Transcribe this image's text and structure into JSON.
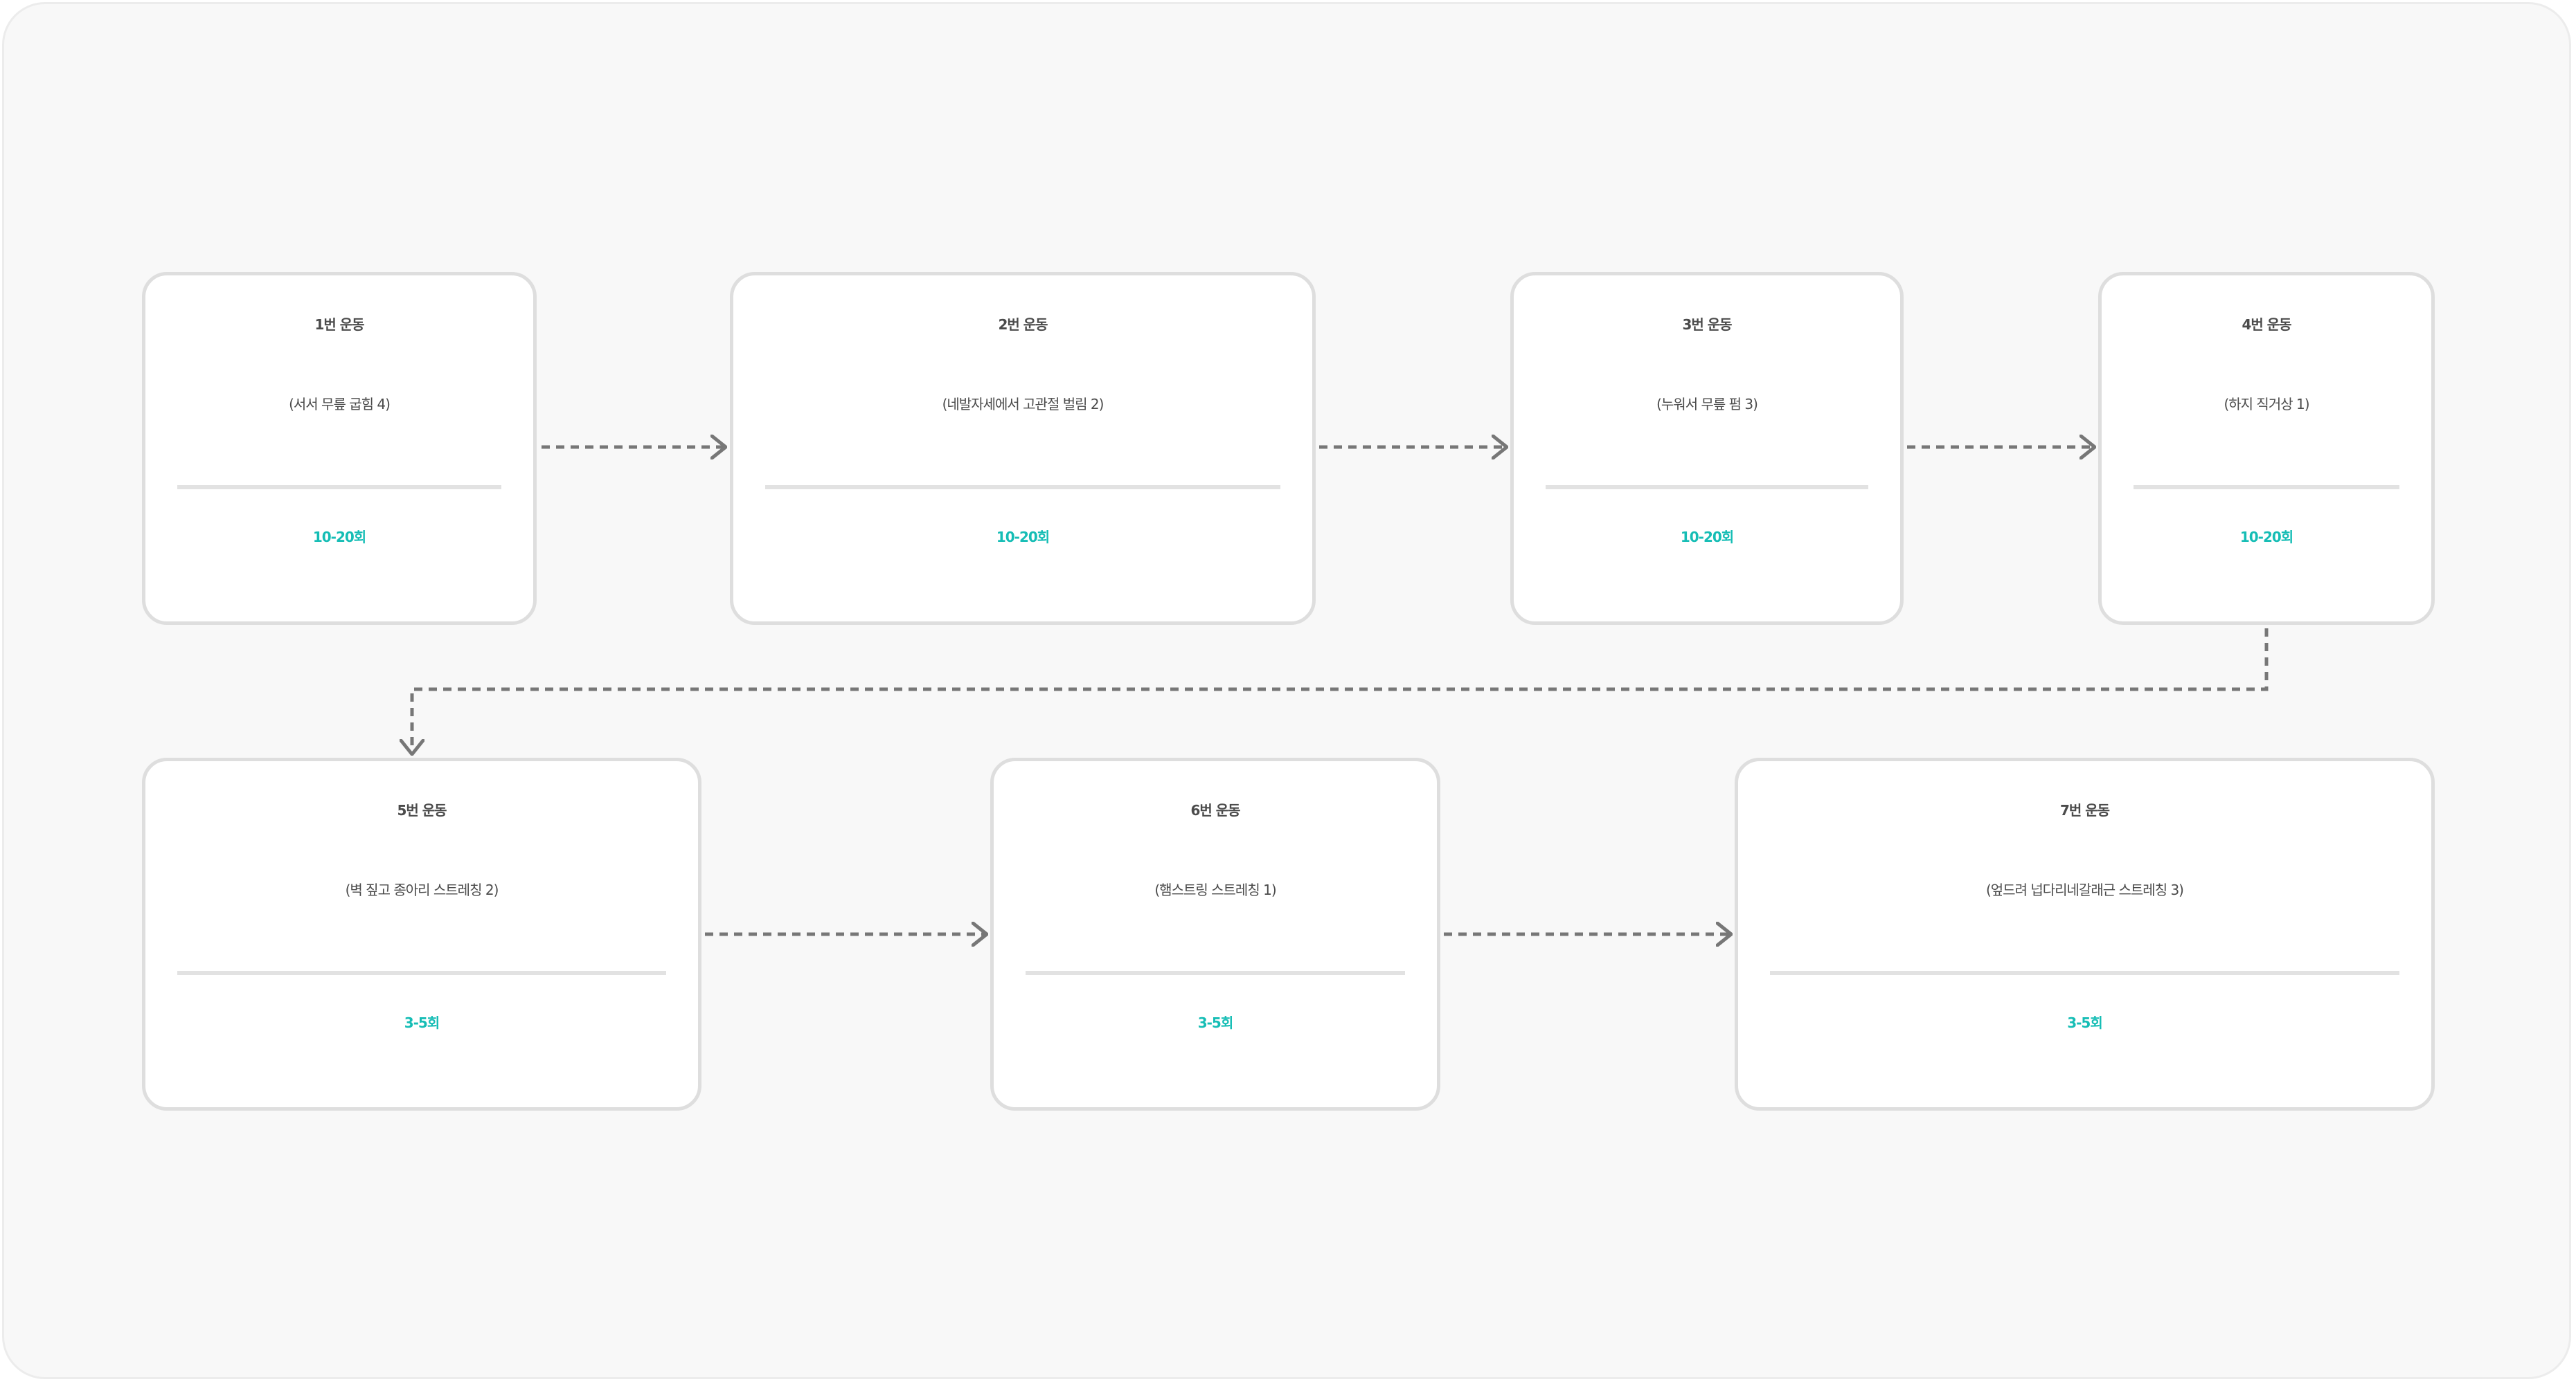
{
  "steps": [
    {
      "title": "1번 운동",
      "desc": "(서서 무릎 굽힘 4)",
      "reps": "10-20회"
    },
    {
      "title": "2번 운동",
      "desc": "(네발자세에서 고관절 벌림 2)",
      "reps": "10-20회"
    },
    {
      "title": "3번 운동",
      "desc": "(누워서 무릎 펌 3)",
      "reps": "10-20회"
    },
    {
      "title": "4번 운동",
      "desc": "(하지 직거상 1)",
      "reps": "10-20회"
    },
    {
      "title": "5번 운동",
      "desc": "(벽 짚고 종아리 스트레칭 2)",
      "reps": "3-5회"
    },
    {
      "title": "6번 운동",
      "desc": "(햄스트링 스트레칭 1)",
      "reps": "3-5회"
    },
    {
      "title": "7번 운동",
      "desc": "(엎드려 넙다리네갈래근 스트레칭 3)",
      "reps": "3-5회"
    }
  ],
  "colors": {
    "accent": "#15bdb5",
    "text": "#4b4b4b",
    "card_border": "#dedede",
    "connector": "#777777"
  }
}
